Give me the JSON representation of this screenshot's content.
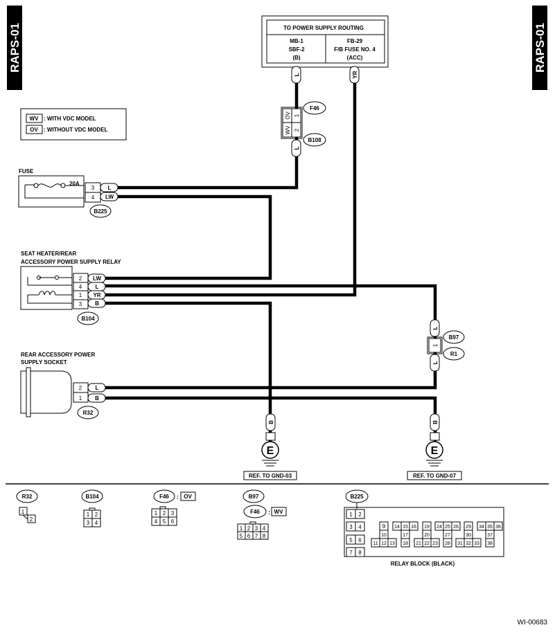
{
  "page_id": "RAPS-01",
  "footer_code": "WI-00683",
  "power": {
    "title": "TO POWER SUPPLY ROUTING",
    "left_lines": [
      "MB-1",
      "SBF-2",
      "(B)"
    ],
    "right_lines": [
      "FB-29",
      "F/B FUSE NO. 4",
      "(ACC)"
    ],
    "wire_left": "L",
    "wire_right": "YR"
  },
  "legend": {
    "wv_code": "WV",
    "wv_text": ": WITH VDC MODEL",
    "ov_code": "OV",
    "ov_text": ": WITHOUT VDC MODEL"
  },
  "f46": {
    "name": "F46",
    "ov": "OV",
    "wv": "WV",
    "pin_ov": "1",
    "pin_wv": "2",
    "wire_below": "L"
  },
  "b108": {
    "name": "B108"
  },
  "fuse": {
    "label": "FUSE",
    "rating": "20A",
    "connector": "B225",
    "pins": [
      {
        "pin": "3",
        "wire": "L"
      },
      {
        "pin": "4",
        "wire": "LW"
      }
    ]
  },
  "relay": {
    "label_line1": "SEAT HEATER/REAR",
    "label_line2": "ACCESSORY POWER SUPPLY RELAY",
    "connector": "B104",
    "pins": [
      {
        "pin": "2",
        "wire": "LW"
      },
      {
        "pin": "4",
        "wire": "L"
      },
      {
        "pin": "1",
        "wire": "YR"
      },
      {
        "pin": "3",
        "wire": "B"
      }
    ]
  },
  "socket": {
    "label_line1": "REAR  ACCESSORY POWER",
    "label_line2": "SUPPLY SOCKET",
    "connector": "R32",
    "pins": [
      {
        "pin": "2",
        "wire": "L"
      },
      {
        "pin": "1",
        "wire": "B"
      }
    ]
  },
  "b97": {
    "name": "B97",
    "r1": "R1",
    "pin": "1",
    "wire_top": "L",
    "wire_bottom": "L"
  },
  "ground1": {
    "wire": "B",
    "symbol": "E",
    "ref": "REF. TO GND-03"
  },
  "ground2": {
    "wire": "B",
    "symbol": "E",
    "ref": "REF. TO GND-07"
  },
  "faces": {
    "r32": {
      "name": "R32",
      "pins": [
        "1",
        "2"
      ]
    },
    "b104": {
      "name": "B104",
      "pins": [
        "1",
        "2",
        "3",
        "4"
      ]
    },
    "f46ov": {
      "name": "F46",
      "tag": "OV",
      "pins": [
        "1",
        "2",
        "3",
        "4",
        "5",
        "6"
      ]
    },
    "b97": {
      "name": "B97",
      "pins": [
        "1",
        "2",
        "3",
        "4",
        "5",
        "6",
        "7",
        "8"
      ]
    },
    "f46wv": {
      "name": "F46",
      "tag": "WV"
    },
    "b225": {
      "name": "B225",
      "caption": "RELAY BLOCK (BLACK)",
      "pins": [
        "1",
        "2",
        "3",
        "4",
        "5",
        "6",
        "7",
        "8",
        "9",
        "10",
        "11",
        "12",
        "13",
        "14",
        "15",
        "16",
        "17",
        "18",
        "19",
        "20",
        "21",
        "22",
        "23",
        "24",
        "25",
        "26",
        "27",
        "28",
        "29",
        "30",
        "31",
        "32",
        "33",
        "34",
        "35",
        "36",
        "37",
        "38"
      ]
    }
  }
}
